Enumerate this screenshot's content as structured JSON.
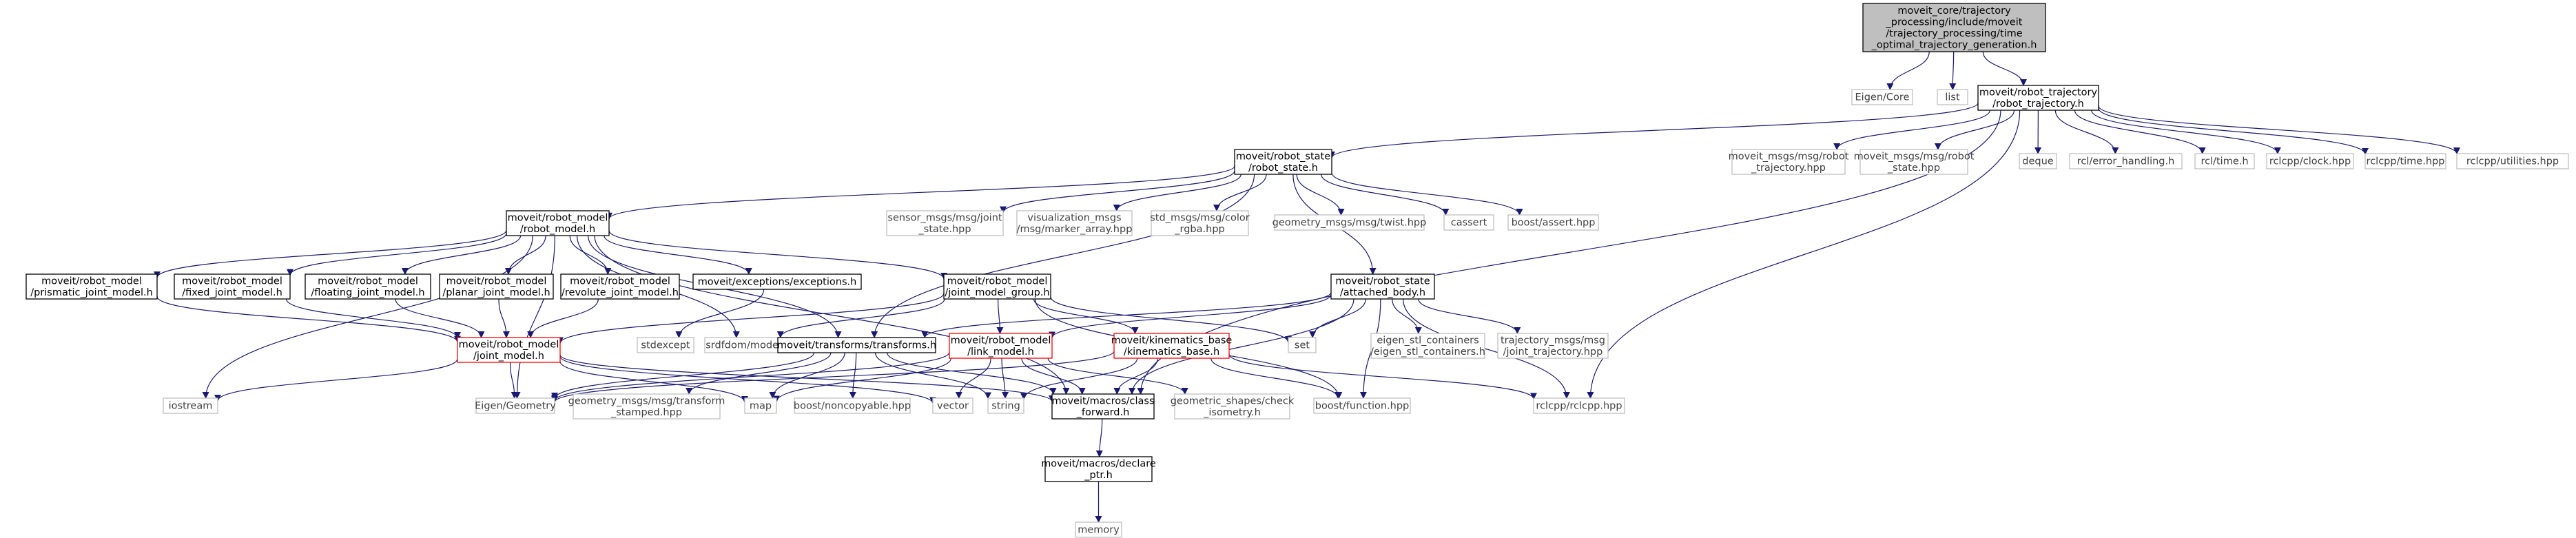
{
  "colors": {
    "focus_fill": "#bfbfbf",
    "node_stroke": "#000000",
    "leaf_stroke": "#bfbfbf",
    "leaf_text": "#404040",
    "partial_stroke": "#ff0000",
    "edge": "#191970",
    "background": "#ffffff"
  },
  "nodes": {
    "root": {
      "lines": [
        "moveit_core/trajectory",
        "_processing/include/moveit",
        "/trajectory_processing/time",
        "_optimal_trajectory_generation.h"
      ],
      "kind": "focus"
    },
    "eigen_core": {
      "lines": [
        "Eigen/Core"
      ],
      "kind": "leaf"
    },
    "list": {
      "lines": [
        "list"
      ],
      "kind": "leaf"
    },
    "robot_trajectory": {
      "lines": [
        "moveit/robot_trajectory",
        "/robot_trajectory.h"
      ],
      "kind": "node"
    },
    "robot_state": {
      "lines": [
        "moveit/robot_state",
        "/robot_state.h"
      ],
      "kind": "node"
    },
    "msg_robot_traj": {
      "lines": [
        "moveit_msgs/msg/robot",
        "_trajectory.hpp"
      ],
      "kind": "leaf"
    },
    "msg_robot_state": {
      "lines": [
        "moveit_msgs/msg/robot",
        "_state.hpp"
      ],
      "kind": "leaf"
    },
    "deque": {
      "lines": [
        "deque"
      ],
      "kind": "leaf"
    },
    "rcl_error": {
      "lines": [
        "rcl/error_handling.h"
      ],
      "kind": "leaf"
    },
    "rcl_time": {
      "lines": [
        "rcl/time.h"
      ],
      "kind": "leaf"
    },
    "rclcpp_clock": {
      "lines": [
        "rclcpp/clock.hpp"
      ],
      "kind": "leaf"
    },
    "rclcpp_time": {
      "lines": [
        "rclcpp/time.hpp"
      ],
      "kind": "leaf"
    },
    "rclcpp_util": {
      "lines": [
        "rclcpp/utilities.hpp"
      ],
      "kind": "leaf"
    },
    "robot_model": {
      "lines": [
        "moveit/robot_model",
        "/robot_model.h"
      ],
      "kind": "node"
    },
    "sensor_msgs": {
      "lines": [
        "sensor_msgs/msg/joint",
        "_state.hpp"
      ],
      "kind": "leaf"
    },
    "vis_msgs": {
      "lines": [
        "visualization_msgs",
        "/msg/marker_array.hpp"
      ],
      "kind": "leaf"
    },
    "std_msgs": {
      "lines": [
        "std_msgs/msg/color",
        "_rgba.hpp"
      ],
      "kind": "leaf"
    },
    "geom_twist": {
      "lines": [
        "geometry_msgs/msg/twist.hpp"
      ],
      "kind": "leaf"
    },
    "cassert": {
      "lines": [
        "cassert"
      ],
      "kind": "leaf"
    },
    "boost_assert": {
      "lines": [
        "boost/assert.hpp"
      ],
      "kind": "leaf"
    },
    "attached_body": {
      "lines": [
        "moveit/robot_state",
        "/attached_body.h"
      ],
      "kind": "node"
    },
    "prismatic": {
      "lines": [
        "moveit/robot_model",
        "/prismatic_joint_model.h"
      ],
      "kind": "node"
    },
    "fixed": {
      "lines": [
        "moveit/robot_model",
        "/fixed_joint_model.h"
      ],
      "kind": "node"
    },
    "floating": {
      "lines": [
        "moveit/robot_model",
        "/floating_joint_model.h"
      ],
      "kind": "node"
    },
    "planar": {
      "lines": [
        "moveit/robot_model",
        "/planar_joint_model.h"
      ],
      "kind": "node"
    },
    "revolute": {
      "lines": [
        "moveit/robot_model",
        "/revolute_joint_model.h"
      ],
      "kind": "node"
    },
    "exceptions": {
      "lines": [
        "moveit/exceptions/exceptions.h"
      ],
      "kind": "node"
    },
    "joint_model_group": {
      "lines": [
        "moveit/robot_model",
        "/joint_model_group.h"
      ],
      "kind": "node"
    },
    "set": {
      "lines": [
        "set"
      ],
      "kind": "leaf"
    },
    "eigen_stl": {
      "lines": [
        "eigen_stl_containers",
        "/eigen_stl_containers.h"
      ],
      "kind": "leaf"
    },
    "traj_msgs": {
      "lines": [
        "trajectory_msgs/msg",
        "/joint_trajectory.hpp"
      ],
      "kind": "leaf"
    },
    "joint_model": {
      "lines": [
        "moveit/robot_model",
        "/joint_model.h"
      ],
      "kind": "partial"
    },
    "stdexcept": {
      "lines": [
        "stdexcept"
      ],
      "kind": "leaf"
    },
    "srdfdom": {
      "lines": [
        "srdfdom/model.h"
      ],
      "kind": "leaf"
    },
    "transforms": {
      "lines": [
        "moveit/transforms/transforms.h"
      ],
      "kind": "node"
    },
    "link_model": {
      "lines": [
        "moveit/robot_model",
        "/link_model.h"
      ],
      "kind": "partial"
    },
    "kinematics_base": {
      "lines": [
        "moveit/kinematics_base",
        "/kinematics_base.h"
      ],
      "kind": "partial"
    },
    "iostream": {
      "lines": [
        "iostream"
      ],
      "kind": "leaf"
    },
    "eigen_geometry": {
      "lines": [
        "Eigen/Geometry"
      ],
      "kind": "leaf"
    },
    "geom_transform": {
      "lines": [
        "geometry_msgs/msg/transform",
        "_stamped.hpp"
      ],
      "kind": "leaf"
    },
    "map": {
      "lines": [
        "map"
      ],
      "kind": "leaf"
    },
    "boost_noncopyable": {
      "lines": [
        "boost/noncopyable.hpp"
      ],
      "kind": "leaf"
    },
    "vector": {
      "lines": [
        "vector"
      ],
      "kind": "leaf"
    },
    "string": {
      "lines": [
        "string"
      ],
      "kind": "leaf"
    },
    "class_forward": {
      "lines": [
        "moveit/macros/class",
        "_forward.h"
      ],
      "kind": "node"
    },
    "geometric_shapes": {
      "lines": [
        "geometric_shapes/check",
        "_isometry.h"
      ],
      "kind": "leaf"
    },
    "boost_function": {
      "lines": [
        "boost/function.hpp"
      ],
      "kind": "leaf"
    },
    "rclcpp": {
      "lines": [
        "rclcpp/rclcpp.hpp"
      ],
      "kind": "leaf"
    },
    "declare_ptr": {
      "lines": [
        "moveit/macros/declare",
        "_ptr.h"
      ],
      "kind": "node"
    },
    "memory": {
      "lines": [
        "memory"
      ],
      "kind": "leaf"
    }
  },
  "edges": [
    [
      "root",
      "eigen_core"
    ],
    [
      "root",
      "list"
    ],
    [
      "root",
      "robot_trajectory"
    ],
    [
      "robot_trajectory",
      "robot_state"
    ],
    [
      "robot_trajectory",
      "msg_robot_traj"
    ],
    [
      "robot_trajectory",
      "msg_robot_state"
    ],
    [
      "robot_trajectory",
      "deque"
    ],
    [
      "robot_trajectory",
      "rcl_error"
    ],
    [
      "robot_trajectory",
      "rcl_time"
    ],
    [
      "robot_trajectory",
      "rclcpp_clock"
    ],
    [
      "robot_trajectory",
      "rclcpp_time"
    ],
    [
      "robot_trajectory",
      "rclcpp_util"
    ],
    [
      "robot_trajectory",
      "class_forward"
    ],
    [
      "robot_trajectory",
      "rclcpp"
    ],
    [
      "robot_state",
      "robot_model"
    ],
    [
      "robot_state",
      "sensor_msgs"
    ],
    [
      "robot_state",
      "vis_msgs"
    ],
    [
      "robot_state",
      "std_msgs"
    ],
    [
      "robot_state",
      "geom_twist"
    ],
    [
      "robot_state",
      "cassert"
    ],
    [
      "robot_state",
      "boost_assert"
    ],
    [
      "robot_state",
      "attached_body"
    ],
    [
      "robot_state",
      "transforms"
    ],
    [
      "robot_model",
      "prismatic"
    ],
    [
      "robot_model",
      "fixed"
    ],
    [
      "robot_model",
      "floating"
    ],
    [
      "robot_model",
      "planar"
    ],
    [
      "robot_model",
      "revolute"
    ],
    [
      "robot_model",
      "exceptions"
    ],
    [
      "robot_model",
      "joint_model_group"
    ],
    [
      "robot_model",
      "srdfdom"
    ],
    [
      "robot_model",
      "iostream"
    ],
    [
      "robot_model",
      "eigen_geometry"
    ],
    [
      "robot_model",
      "class_forward"
    ],
    [
      "robot_model",
      "transforms"
    ],
    [
      "attached_body",
      "transforms"
    ],
    [
      "attached_body",
      "link_model"
    ],
    [
      "attached_body",
      "set"
    ],
    [
      "attached_body",
      "eigen_stl"
    ],
    [
      "attached_body",
      "traj_msgs"
    ],
    [
      "attached_body",
      "class_forward"
    ],
    [
      "attached_body",
      "boost_function"
    ],
    [
      "attached_body",
      "rclcpp"
    ],
    [
      "prismatic",
      "joint_model"
    ],
    [
      "fixed",
      "joint_model"
    ],
    [
      "floating",
      "joint_model"
    ],
    [
      "planar",
      "joint_model"
    ],
    [
      "revolute",
      "joint_model"
    ],
    [
      "exceptions",
      "stdexcept"
    ],
    [
      "joint_model_group",
      "joint_model"
    ],
    [
      "joint_model_group",
      "link_model"
    ],
    [
      "joint_model_group",
      "kinematics_base"
    ],
    [
      "joint_model_group",
      "srdfdom"
    ],
    [
      "joint_model_group",
      "set"
    ],
    [
      "joint_model_group",
      "boost_function"
    ],
    [
      "joint_model",
      "iostream"
    ],
    [
      "joint_model",
      "eigen_geometry"
    ],
    [
      "joint_model",
      "map"
    ],
    [
      "joint_model",
      "vector"
    ],
    [
      "joint_model",
      "class_forward"
    ],
    [
      "transforms",
      "eigen_geometry"
    ],
    [
      "transforms",
      "geom_transform"
    ],
    [
      "transforms",
      "map"
    ],
    [
      "transforms",
      "boost_noncopyable"
    ],
    [
      "transforms",
      "string"
    ],
    [
      "transforms",
      "class_forward"
    ],
    [
      "link_model",
      "eigen_geometry"
    ],
    [
      "link_model",
      "map"
    ],
    [
      "link_model",
      "vector"
    ],
    [
      "link_model",
      "string"
    ],
    [
      "link_model",
      "class_forward"
    ],
    [
      "link_model",
      "geometric_shapes"
    ],
    [
      "kinematics_base",
      "string"
    ],
    [
      "kinematics_base",
      "class_forward"
    ],
    [
      "kinematics_base",
      "boost_function"
    ],
    [
      "kinematics_base",
      "rclcpp"
    ],
    [
      "kinematics_base",
      "eigen_geometry"
    ],
    [
      "class_forward",
      "declare_ptr"
    ],
    [
      "declare_ptr",
      "memory"
    ]
  ]
}
